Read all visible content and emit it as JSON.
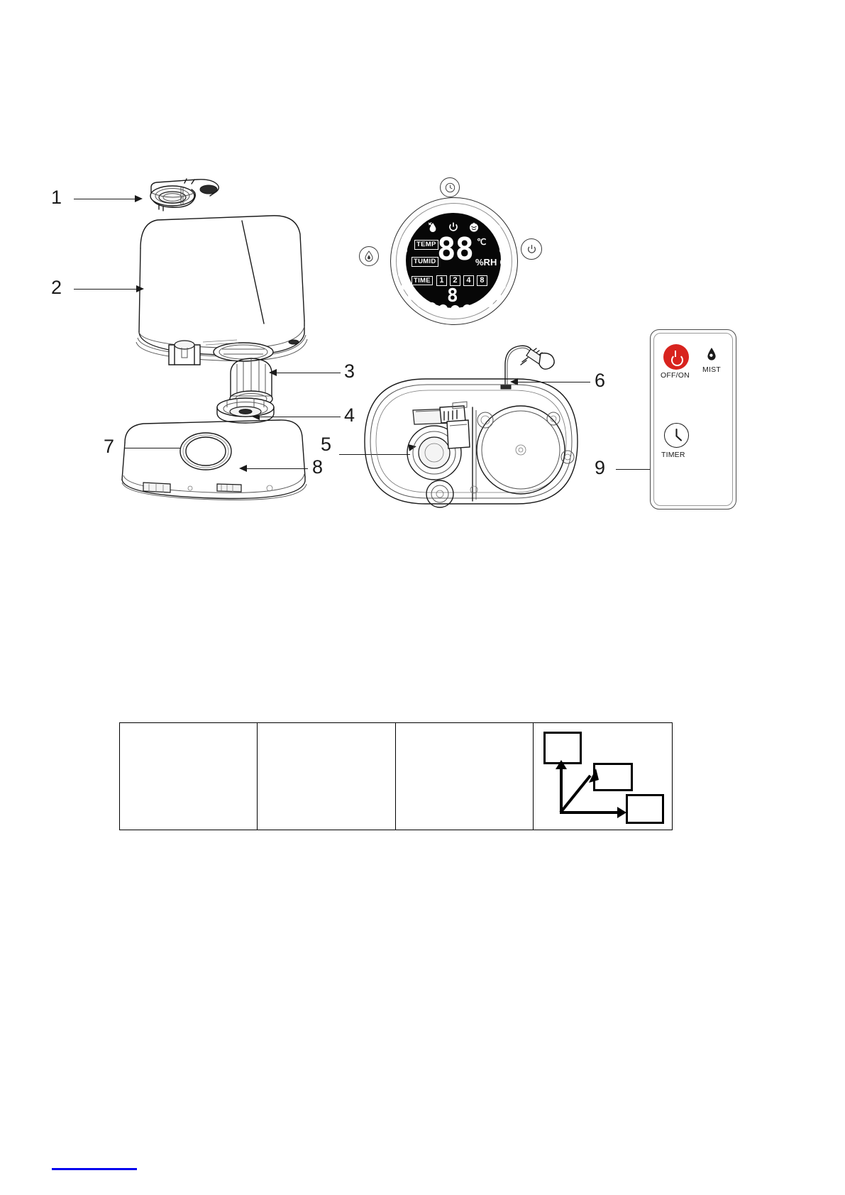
{
  "document": {
    "type": "appliance-exploded-parts-diagram",
    "product": "ultrasonic humidifier"
  },
  "callouts": [
    {
      "number": "1",
      "part": "top-cap-nozzle"
    },
    {
      "number": "2",
      "part": "water-tank"
    },
    {
      "number": "3",
      "part": "filter-cartridge"
    },
    {
      "number": "4",
      "part": "tank-cap-valve"
    },
    {
      "number": "5",
      "part": "transducer"
    },
    {
      "number": "6",
      "part": "power-cord-plug"
    },
    {
      "number": "7",
      "part": "mist-outlet-opening"
    },
    {
      "number": "8",
      "part": "base-housing"
    },
    {
      "number": "9",
      "part": "remote-control"
    }
  ],
  "control_panel": {
    "top_icons": [
      "mist-off-icon",
      "power-icon",
      "humidity-auto-icon"
    ],
    "rows": [
      {
        "tag": "TEMP",
        "value": "88",
        "unit": "℃"
      },
      {
        "tag": "TUMID",
        "value": "88",
        "unit": "%RH"
      }
    ],
    "time": {
      "tag": "TIME",
      "options": [
        "1",
        "2",
        "4",
        "8"
      ],
      "digit": "8"
    },
    "side_buttons": [
      {
        "name": "timer-button",
        "icon": "clock-icon",
        "position": "top"
      },
      {
        "name": "power-button",
        "icon": "power-icon",
        "position": "right"
      },
      {
        "name": "mist-button",
        "icon": "droplet-icon",
        "position": "left"
      }
    ],
    "led_dot_count": 20
  },
  "remote": {
    "buttons": [
      {
        "label": "OFF/ON",
        "icon": "power-icon",
        "color": "#d8231e"
      },
      {
        "label": "MIST",
        "icon": "droplet-icon",
        "color": "#1a1a1a"
      },
      {
        "label": "TIMER",
        "icon": "clock-icon",
        "color": "#1a1a1a"
      }
    ]
  },
  "table": {
    "columns": 4,
    "cells": [
      "",
      "",
      "",
      "diagram"
    ],
    "diagram_cell": {
      "boxes": 3,
      "arrows": [
        "arrow-up",
        "arrow-right"
      ]
    }
  },
  "footer": {
    "link_underline_color": "#0000ee"
  }
}
